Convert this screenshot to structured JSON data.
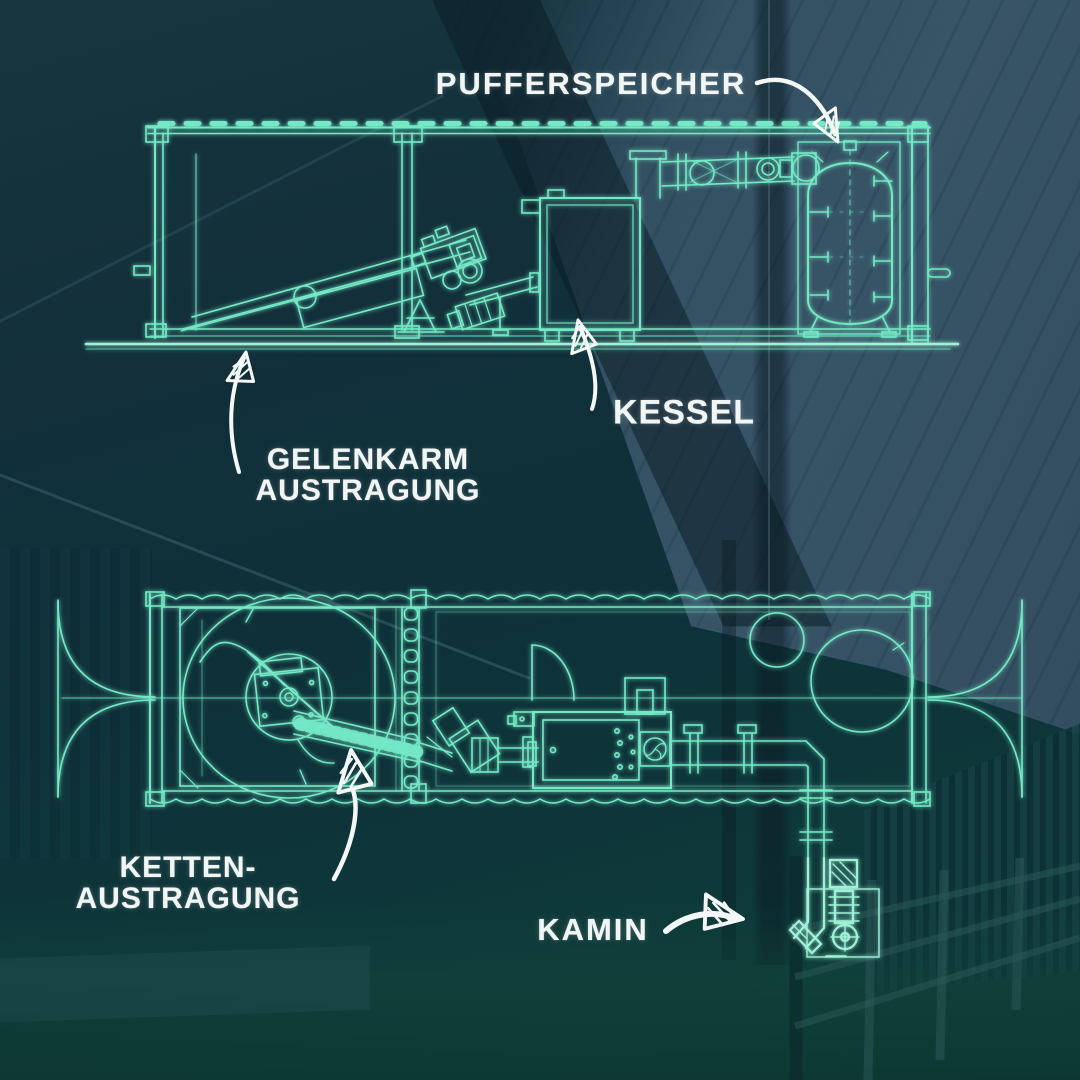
{
  "poster": {
    "labels": {
      "pufferspeicher": "PUFFERSPEICHER",
      "kessel": "KESSEL",
      "gelenkarm_line1": "GELENKARM",
      "gelenkarm_line2": "AUSTRAGUNG",
      "ketten_line1": "KETTEN-",
      "ketten_line2": "AUSTRAGUNG",
      "kamin": "KAMIN"
    },
    "colors": {
      "blueprint_line": "#74e9c6",
      "blueprint_bright": "#9ff2d8",
      "label_text": "#f1f6f5",
      "arrow_white": "#f3f7f5",
      "background_teal": "#0e333c",
      "background_wall": "#3e5a6c",
      "grass_green": "#10413b"
    },
    "icons": {
      "arrows": [
        "pufferspeicher-arrow-icon",
        "kessel-arrow-icon",
        "gelenkarm-arrow-icon",
        "ketten-arrow-icon",
        "kamin-arrow-icon"
      ]
    }
  }
}
